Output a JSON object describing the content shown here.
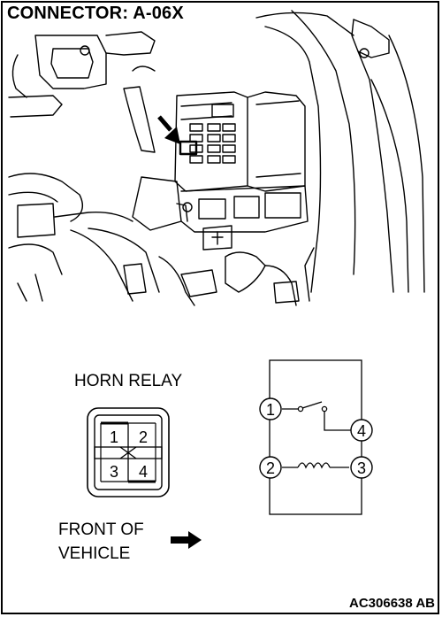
{
  "title": "CONNECTOR: A-06X",
  "relay_label": "HORN RELAY",
  "front_label_line1": "FRONT OF",
  "front_label_line2": "VEHICLE",
  "figure_code": "AC306638 AB",
  "connector_pins": [
    "1",
    "2",
    "3",
    "4"
  ],
  "circuit_terminals": [
    "1",
    "2",
    "3",
    "4"
  ],
  "icons": [
    "front-arrow-icon",
    "location-arrow-icon",
    "coil-icon",
    "switch-icon"
  ]
}
